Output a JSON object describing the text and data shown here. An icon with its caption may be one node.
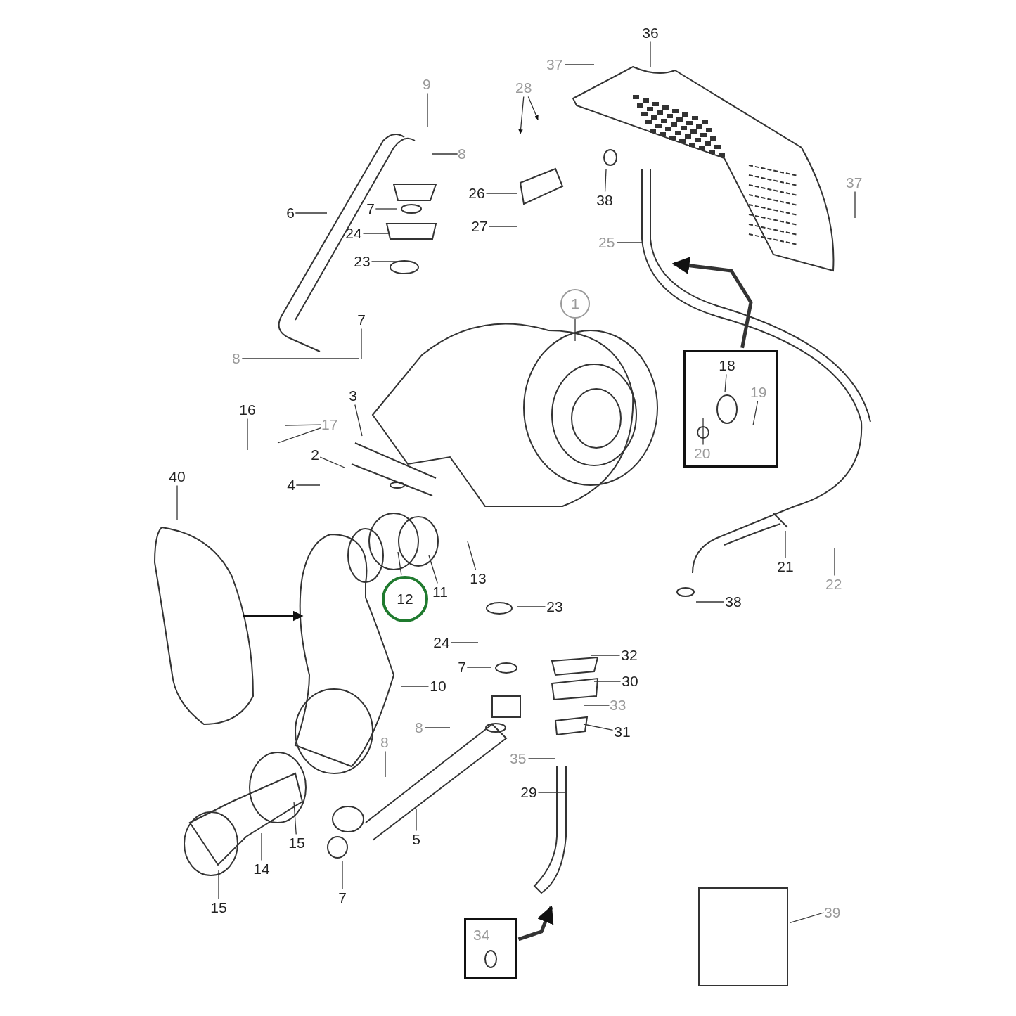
{
  "diagram": {
    "nodes": [
      {
        "text": [
          "36"
        ]
      },
      {
        "text": [
          "37"
        ]
      },
      {
        "text": [
          "28"
        ]
      },
      {
        "text": [
          "9"
        ]
      },
      {
        "text": [
          "8"
        ]
      },
      {
        "text": [
          "26"
        ]
      },
      {
        "text": [
          "38"
        ]
      },
      {
        "text": [
          "6"
        ]
      },
      {
        "text": [
          "7"
        ]
      },
      {
        "text": [
          "24"
        ]
      },
      {
        "text": [
          "27"
        ]
      },
      {
        "text": [
          "37"
        ]
      },
      {
        "text": [
          "25"
        ]
      },
      {
        "text": [
          "23"
        ]
      },
      {
        "text": [
          "1"
        ]
      },
      {
        "text": [
          "7"
        ]
      },
      {
        "text": [
          "8"
        ]
      },
      {
        "text": [],
        "shape": "box"
      },
      {
        "text": [
          "18"
        ],
        "in": 17
      },
      {
        "text": [
          "19"
        ],
        "in": 17
      },
      {
        "text": [
          "20"
        ],
        "in": 17
      },
      {
        "text": [
          "3"
        ]
      },
      {
        "text": [
          "16"
        ]
      },
      {
        "text": [
          "17"
        ]
      },
      {
        "text": [
          "2"
        ]
      },
      {
        "text": [
          "40"
        ]
      },
      {
        "text": [
          "4"
        ]
      },
      {
        "text": [
          "13"
        ]
      },
      {
        "text": [
          "11"
        ]
      },
      {
        "text": [
          "12"
        ]
      },
      {
        "text": [
          "21"
        ]
      },
      {
        "text": [
          "22"
        ]
      },
      {
        "text": [
          "38"
        ]
      },
      {
        "text": [
          "23"
        ]
      },
      {
        "text": [
          "24"
        ]
      },
      {
        "text": [
          "32"
        ]
      },
      {
        "text": [
          "7"
        ]
      },
      {
        "text": [
          "30"
        ]
      },
      {
        "text": [
          "10"
        ]
      },
      {
        "text": [
          "33"
        ]
      },
      {
        "text": [
          "8"
        ]
      },
      {
        "text": [
          "31"
        ]
      },
      {
        "text": [
          "8"
        ]
      },
      {
        "text": [
          "35"
        ]
      },
      {
        "text": [
          "29"
        ]
      },
      {
        "text": [
          "15"
        ]
      },
      {
        "text": [
          "5"
        ]
      },
      {
        "text": [
          "14"
        ]
      },
      {
        "text": [
          "39"
        ]
      },
      {
        "text": [
          "7"
        ]
      },
      {
        "text": [
          "15"
        ]
      },
      {
        "text": [],
        "shape": "box"
      },
      {
        "text": [
          "34"
        ],
        "in": 51
      },
      {
        "text": [],
        "shape": "box"
      }
    ],
    "edges": [
      {
        "from": 0,
        "to": null,
        "arrow": "none"
      },
      {
        "from": 1,
        "to": null,
        "arrow": "none"
      },
      {
        "from": 2,
        "to": null,
        "arrow": "to"
      },
      {
        "from": 2,
        "to": null,
        "arrow": "to"
      },
      {
        "from": 3,
        "to": null,
        "arrow": "none"
      },
      {
        "from": 4,
        "to": null,
        "arrow": "none"
      },
      {
        "from": 5,
        "to": null,
        "arrow": "none"
      },
      {
        "from": 6,
        "to": null,
        "arrow": "none"
      },
      {
        "from": 7,
        "to": null,
        "arrow": "none"
      },
      {
        "from": 8,
        "to": null,
        "arrow": "none"
      },
      {
        "from": 9,
        "to": null,
        "arrow": "none"
      },
      {
        "from": 10,
        "to": null,
        "arrow": "none"
      },
      {
        "from": 11,
        "to": null,
        "arrow": "none"
      },
      {
        "from": 12,
        "to": null,
        "arrow": "none"
      },
      {
        "from": 13,
        "to": null,
        "arrow": "none"
      },
      {
        "from": 14,
        "to": null,
        "arrow": "none"
      },
      {
        "from": 15,
        "to": null,
        "arrow": "none"
      },
      {
        "from": 16,
        "to": null,
        "arrow": "none"
      },
      {
        "from": 17,
        "to": null,
        "arrow": "to",
        "style": "thick"
      },
      {
        "from": 18,
        "to": null,
        "arrow": "none"
      },
      {
        "from": 19,
        "to": null,
        "arrow": "none"
      },
      {
        "from": 20,
        "to": null,
        "arrow": "none"
      },
      {
        "from": 21,
        "to": null,
        "arrow": "none"
      },
      {
        "from": 22,
        "to": null,
        "arrow": "none"
      },
      {
        "from": 23,
        "to": null,
        "arrow": "none"
      },
      {
        "from": 23,
        "to": null,
        "arrow": "none"
      },
      {
        "from": 24,
        "to": null,
        "arrow": "none"
      },
      {
        "from": 25,
        "to": null,
        "arrow": "none"
      },
      {
        "from": 26,
        "to": null,
        "arrow": "none"
      },
      {
        "from": 27,
        "to": null,
        "arrow": "none"
      },
      {
        "from": 28,
        "to": null,
        "arrow": "none"
      },
      {
        "from": 29,
        "to": null,
        "arrow": "none"
      },
      {
        "from": 30,
        "to": null,
        "arrow": "none"
      },
      {
        "from": 31,
        "to": null,
        "arrow": "none"
      },
      {
        "from": 32,
        "to": null,
        "arrow": "none"
      },
      {
        "from": 33,
        "to": null,
        "arrow": "none"
      },
      {
        "from": 34,
        "to": null,
        "arrow": "none"
      },
      {
        "from": 35,
        "to": null,
        "arrow": "none"
      },
      {
        "from": 36,
        "to": null,
        "arrow": "none"
      },
      {
        "from": 37,
        "to": null,
        "arrow": "none"
      },
      {
        "from": 38,
        "to": null,
        "arrow": "none"
      },
      {
        "from": 39,
        "to": null,
        "arrow": "none"
      },
      {
        "from": 40,
        "to": null,
        "arrow": "none"
      },
      {
        "from": 41,
        "to": null,
        "arrow": "none"
      },
      {
        "from": 42,
        "to": null,
        "arrow": "none"
      },
      {
        "from": 43,
        "to": null,
        "arrow": "none"
      },
      {
        "from": 44,
        "to": null,
        "arrow": "none"
      },
      {
        "from": 45,
        "to": null,
        "arrow": "none"
      },
      {
        "from": 46,
        "to": null,
        "arrow": "none"
      },
      {
        "from": 47,
        "to": null,
        "arrow": "none"
      },
      {
        "from": 48,
        "to": 53,
        "arrow": "none"
      },
      {
        "from": 49,
        "to": null,
        "arrow": "none"
      },
      {
        "from": 50,
        "to": null,
        "arrow": "none"
      },
      {
        "from": 51,
        "to": null,
        "arrow": "to",
        "style": "thick"
      }
    ]
  }
}
